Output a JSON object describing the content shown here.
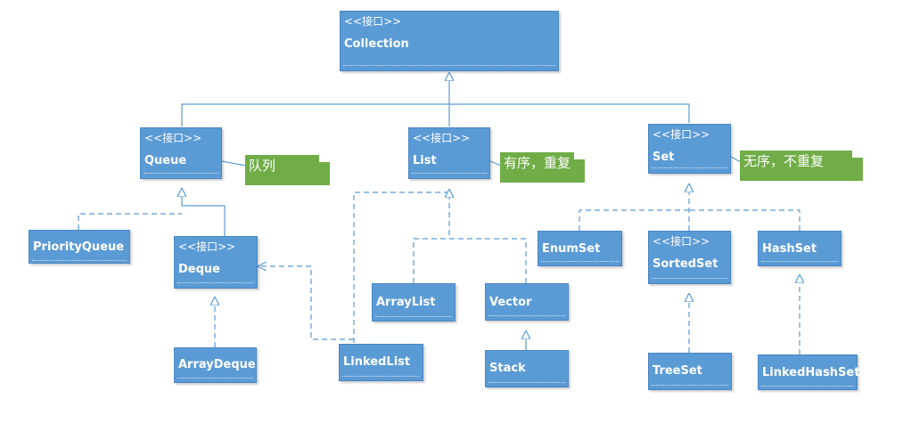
{
  "stereotype": "<<接口>>",
  "nodes": {
    "collection": "Collection",
    "queue": "Queue",
    "list": "List",
    "set": "Set",
    "priority_queue": "PriorityQueue",
    "deque": "Deque",
    "array_deque": "ArrayDeque",
    "linked_list": "LinkedList",
    "array_list": "ArrayList",
    "vector": "Vector",
    "stack": "Stack",
    "enum_set": "EnumSet",
    "sorted_set": "SortedSet",
    "tree_set": "TreeSet",
    "hash_set": "HashSet",
    "linked_hash_set": "LinkedHashSet"
  },
  "notes": {
    "queue": "队列",
    "list": "有序，重复",
    "set": "无序，不重复"
  },
  "colors": {
    "box_fill": "#5b9bd5",
    "note_fill": "#70ad47",
    "line": "#5b9bd5"
  }
}
